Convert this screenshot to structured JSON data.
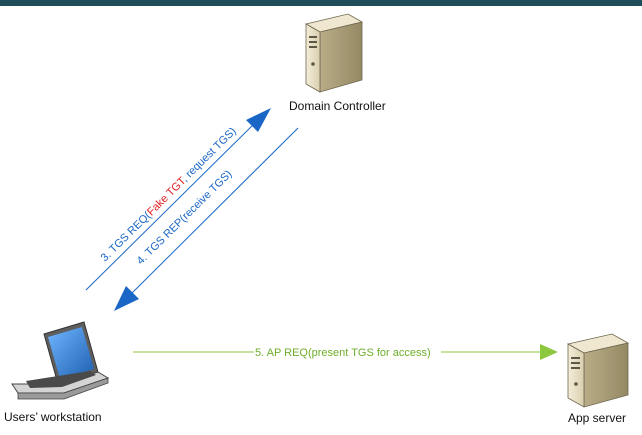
{
  "nodes": {
    "domain_controller": "Domain Controller",
    "workstation": "Users’  workstation",
    "app_server": "App server"
  },
  "arrows": {
    "tgs_req": {
      "prefix": "3. TGS REQ(",
      "highlight": "Fake TGT",
      "suffix": ", request TGS)"
    },
    "tgs_rep": "4. TGS REP(receive TGS)",
    "ap_req": "5. AP REQ(present TGS for access)"
  },
  "colors": {
    "banner": "#1f4e5a",
    "tgs_arrows": "#1a66c6",
    "ap_arrow": "#8dc63f",
    "highlight_text": "#e02020"
  },
  "icons": [
    "server-icon",
    "laptop-icon",
    "server-icon"
  ]
}
